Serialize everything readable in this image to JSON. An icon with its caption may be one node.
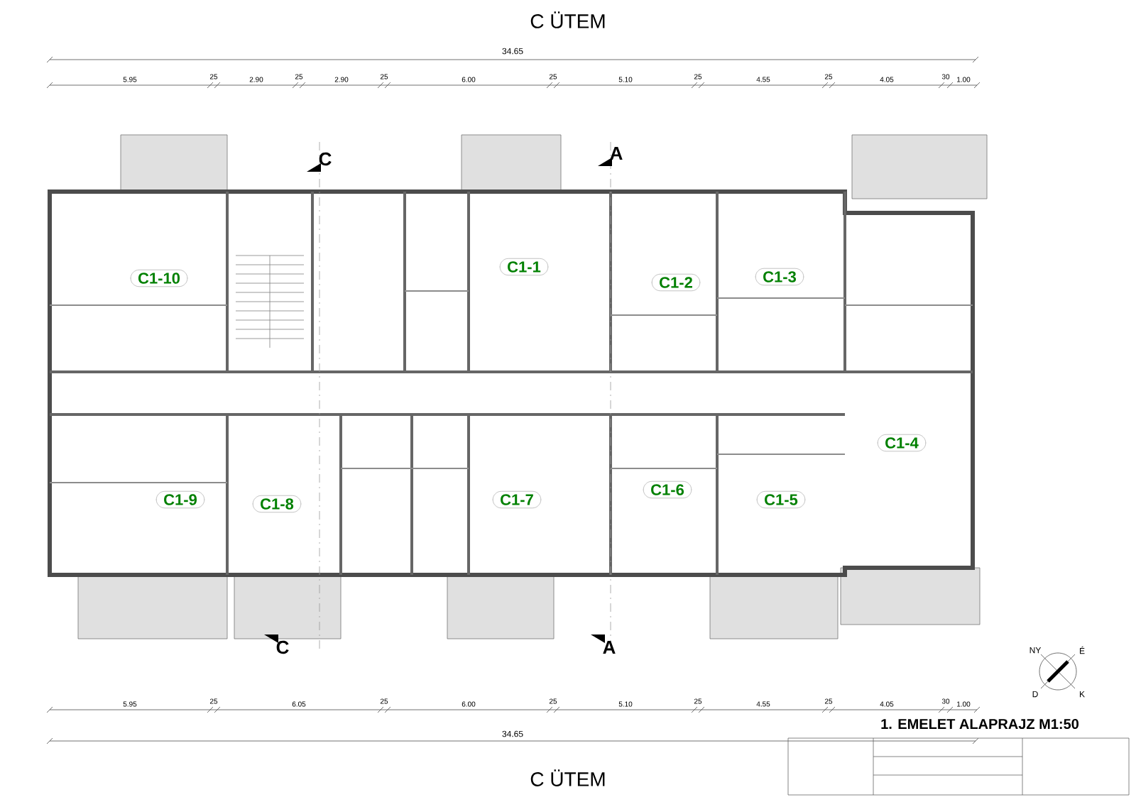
{
  "diagram": {
    "title": "C ÜTEM",
    "nodes": [
      {
        "text": [
          "C1-10"
        ]
      },
      {
        "text": [
          "C1-1"
        ]
      },
      {
        "text": [
          "C1-2"
        ]
      },
      {
        "text": [
          "C1-3"
        ]
      },
      {
        "text": [
          "C1-4"
        ]
      },
      {
        "text": [
          "C1-9"
        ]
      },
      {
        "text": [
          "C1-8"
        ]
      },
      {
        "text": [
          "C1-7"
        ]
      },
      {
        "text": [
          "C1-6"
        ]
      },
      {
        "text": [
          "C1-5"
        ]
      }
    ],
    "labels": [
      "34.65",
      "5.95",
      "25",
      "2.90",
      "25",
      "2.90",
      "25",
      "6.00",
      "25",
      "5.10",
      "25",
      "4.55",
      "25",
      "4.05",
      "30",
      "1.00",
      "C",
      "A",
      "C",
      "A",
      "5.95",
      "25",
      "6.05",
      "25",
      "6.00",
      "25",
      "5.10",
      "25",
      "4.55",
      "25",
      "4.05",
      "30",
      "1.00",
      "34.65",
      "C ÜTEM",
      "NY",
      "É",
      "K",
      "D",
      "1. EMELET ALAPRAJZ M1:50"
    ]
  }
}
